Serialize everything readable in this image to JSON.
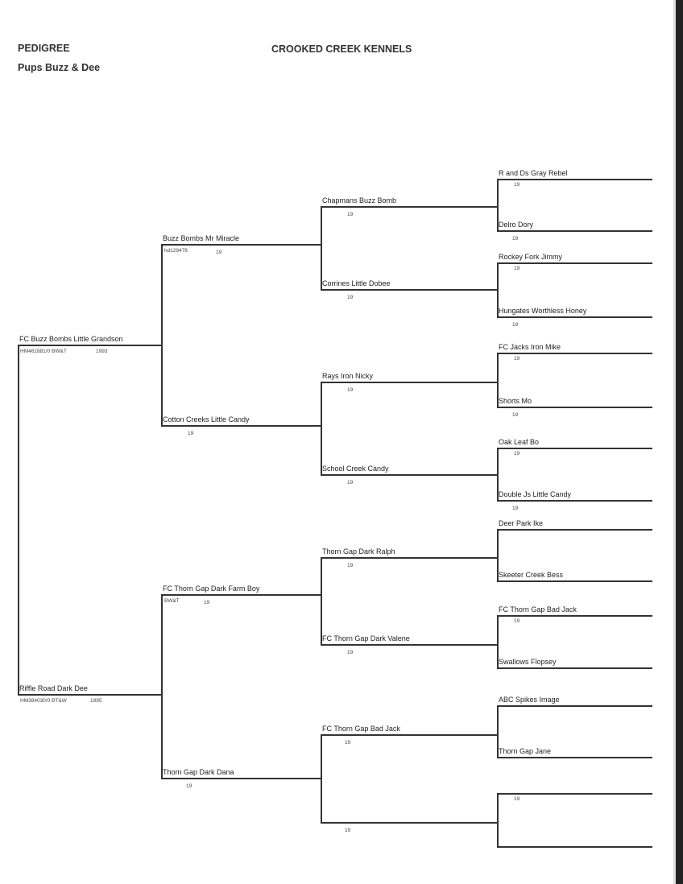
{
  "header": {
    "title": "PEDIGREE",
    "subtitle": "Pups Buzz & Dee",
    "kennel": "CROOKED CREEK KENNELS"
  },
  "gen1": [
    {
      "name": "FC Buzz Bombs Little Grandson",
      "reg": "HM461881/0 BW&T",
      "year": "1993"
    },
    {
      "name": "Riffle Road Dark Dee",
      "reg": "HM384030/0 BT&W",
      "year": "1995"
    }
  ],
  "gen2": [
    {
      "name": "Buzz Bombs Mr Miracle",
      "reg": "hd129478",
      "year": "19"
    },
    {
      "name": "Cotton Creeks Little Candy",
      "year": "19"
    },
    {
      "name": "FC Thorn Gap Dark Farm Boy",
      "reg": "BW&T",
      "year": "19"
    },
    {
      "name": "Thorn Gap Dark Dana",
      "year": "19"
    }
  ],
  "gen3": [
    {
      "name": "Chapmans Buzz Bomb",
      "year": "19"
    },
    {
      "name": "Corrines Little Dobee",
      "year": "19"
    },
    {
      "name": "Rays Iron Nicky",
      "year": "19"
    },
    {
      "name": "School Creek Candy",
      "year": "19"
    },
    {
      "name": "Thorn Gap Dark Ralph",
      "year": "19"
    },
    {
      "name": "FC Thorn Gap Dark Valene",
      "year": "19"
    },
    {
      "name": "FC Thorn Gap Bad Jack",
      "year": "19"
    },
    {
      "name": "",
      "year": "19"
    }
  ],
  "gen4": [
    {
      "name": "R and Ds Gray Rebel",
      "year": "19"
    },
    {
      "name": "Delro Dory",
      "year": "19"
    },
    {
      "name": "Rockey Fork Jimmy",
      "year": "19"
    },
    {
      "name": "Hungates Worthless Honey",
      "year": "19"
    },
    {
      "name": "FC Jacks Iron Mike",
      "year": "19"
    },
    {
      "name": "Shorts Mo",
      "year": "19"
    },
    {
      "name": "Oak Leaf Bo",
      "year": "19"
    },
    {
      "name": "Double Js Little Candy",
      "year": "19"
    },
    {
      "name": "Deer Park Ike",
      "year": ""
    },
    {
      "name": "Skeeter Creek Bess",
      "year": ""
    },
    {
      "name": "FC Thorn Gap Bad Jack",
      "year": "19"
    },
    {
      "name": "Swallows Flopsey",
      "year": ""
    },
    {
      "name": "ABC Spikes Image",
      "year": ""
    },
    {
      "name": "Thorn Gap Jane",
      "year": ""
    },
    {
      "name": "",
      "year": "19"
    },
    {
      "name": "",
      "year": ""
    }
  ]
}
